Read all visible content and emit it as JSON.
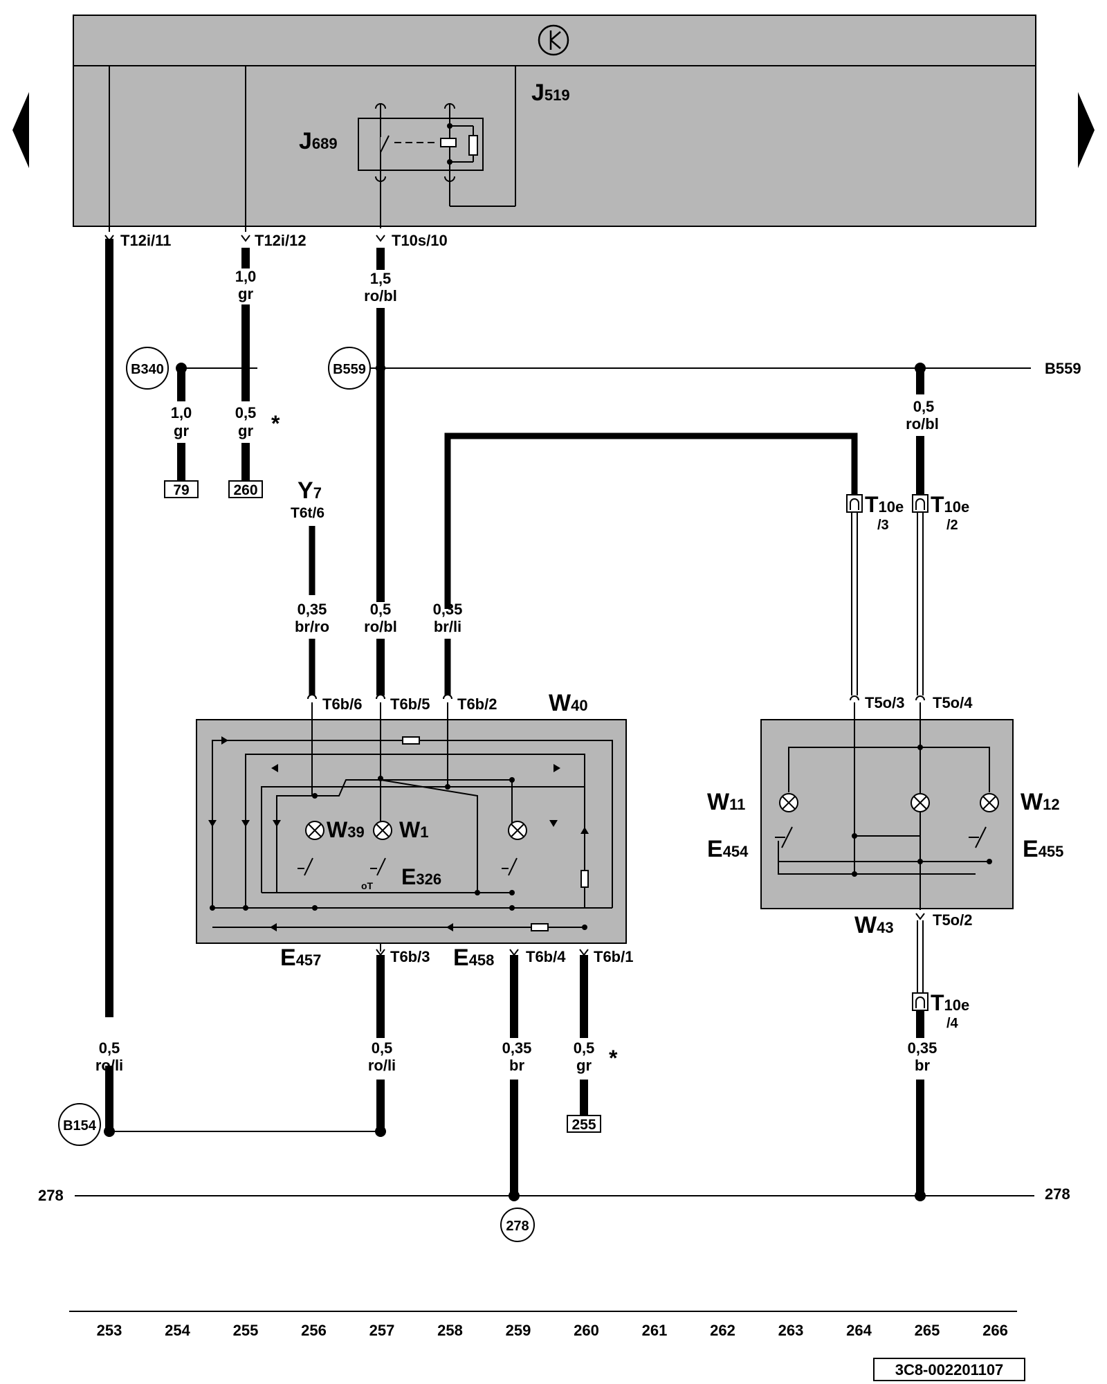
{
  "diagram_id": "3C8-002201107",
  "units": {
    "J519": {
      "main": "J",
      "sub": "519"
    },
    "J689": {
      "main": "J",
      "sub": "689"
    },
    "W40": {
      "main": "W",
      "sub": "40"
    },
    "W39": {
      "main": "W",
      "sub": "39"
    },
    "W1": {
      "main": "W",
      "sub": "1"
    },
    "E326": {
      "main": "E",
      "sub": "326"
    },
    "E457": {
      "main": "E",
      "sub": "457"
    },
    "E458": {
      "main": "E",
      "sub": "458"
    },
    "W11": {
      "main": "W",
      "sub": "11"
    },
    "W12": {
      "main": "W",
      "sub": "12"
    },
    "E454": {
      "main": "E",
      "sub": "454"
    },
    "E455": {
      "main": "E",
      "sub": "455"
    },
    "W43": {
      "main": "W",
      "sub": "43"
    },
    "Y7": {
      "main": "Y",
      "sub": "7"
    },
    "T10e_3": {
      "main": "T",
      "sub": "10e",
      "pin": "/3"
    },
    "T10e_2": {
      "main": "T",
      "sub": "10e",
      "pin": "/2"
    },
    "T10e_4": {
      "main": "T",
      "sub": "10e",
      "pin": "/4"
    }
  },
  "connectors": {
    "t12i11": "T12i/11",
    "t12i12": "T12i/12",
    "t10s10": "T10s/10",
    "t6t6": "T6t/6",
    "t6b6": "T6b/6",
    "t6b5": "T6b/5",
    "t6b2": "T6b/2",
    "t6b3": "T6b/3",
    "t6b4": "T6b/4",
    "t6b1": "T6b/1",
    "t5o3": "T5o/3",
    "t5o4": "T5o/4",
    "t5o2": "T5o/2",
    "oT": "oT"
  },
  "wires": {
    "w255_top": {
      "size": "1,0",
      "color": "gr"
    },
    "w257_top": {
      "size": "1,5",
      "color": "ro/bl"
    },
    "w254_mid": {
      "size": "1,0",
      "color": "gr"
    },
    "w255_mid": {
      "size": "0,5",
      "color": "gr"
    },
    "w265_top": {
      "size": "0,5",
      "color": "ro/bl"
    },
    "w256": {
      "size": "0,35",
      "color": "br/ro"
    },
    "w257_mid": {
      "size": "0,5",
      "color": "ro/bl"
    },
    "w258": {
      "size": "0,35",
      "color": "br/li"
    },
    "w253_bot": {
      "size": "0,5",
      "color": "ro/li"
    },
    "w257_bot": {
      "size": "0,5",
      "color": "ro/li"
    },
    "w259_bot": {
      "size": "0,35",
      "color": "br"
    },
    "w260_bot": {
      "size": "0,5",
      "color": "gr"
    },
    "w265_bot": {
      "size": "0,35",
      "color": "br"
    }
  },
  "nodes": {
    "b340": "B340",
    "b559": "B559",
    "b559_right": "B559",
    "b154": "B154",
    "n278": "278",
    "left_278": "278",
    "right_278": "278"
  },
  "refs": {
    "r79": "79",
    "r260": "260",
    "r255": "255"
  },
  "marks": {
    "star": "*"
  },
  "columns": [
    "253",
    "254",
    "255",
    "256",
    "257",
    "258",
    "259",
    "260",
    "261",
    "262",
    "263",
    "264",
    "265",
    "266"
  ]
}
